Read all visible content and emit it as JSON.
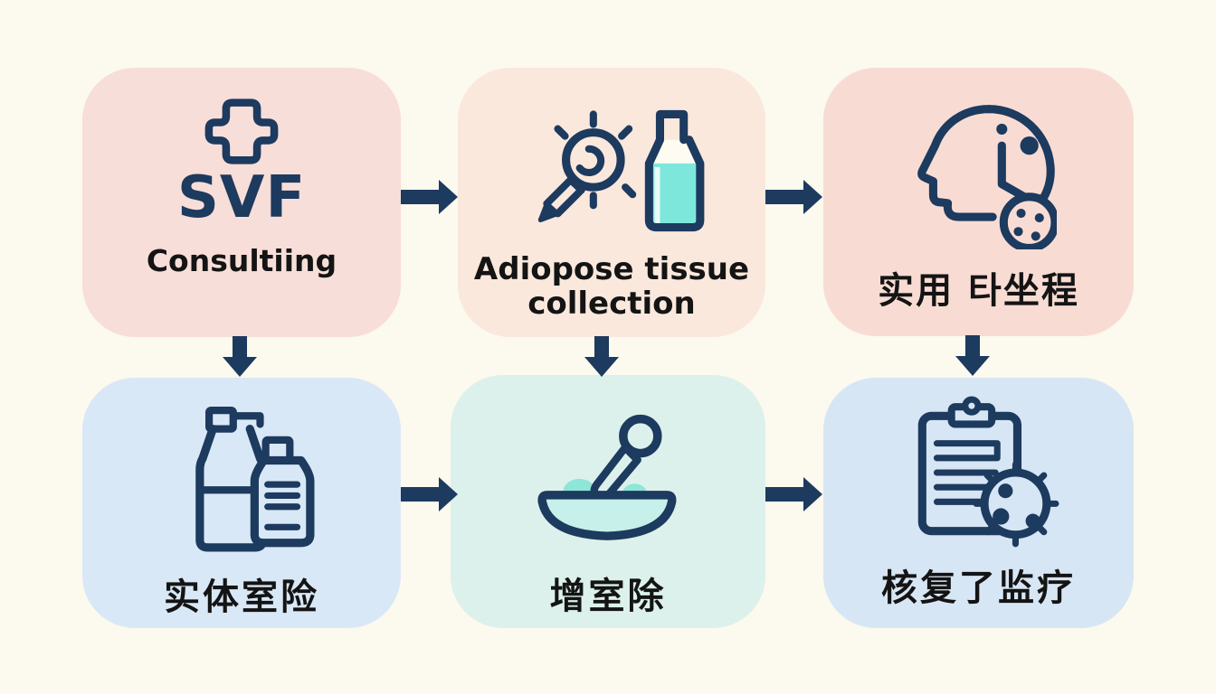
{
  "page": {
    "background": "#FCF9EE",
    "description_colors": {
      "outline_navy": "#1D3A5F",
      "text_black": "#141414",
      "liquid_teal": "#7DE7DC",
      "bowl_teal": "#C6F0E9",
      "blob_teal": "#8FE5D8"
    }
  },
  "boxes": [
    {
      "name": "svf-consulting",
      "icon": "medical-cross-icon",
      "title": "SVF",
      "label": "Consultiing",
      "bg": "#F8DED8"
    },
    {
      "name": "adipose-tissue-collection",
      "icon": "magnifier-and-vial-icon",
      "title": "",
      "label": "Adiopose tissue collection",
      "bg": "#FAE8DD"
    },
    {
      "name": "head-clock-step",
      "icon": "head-clock-cell-icon",
      "title": "",
      "label": "实用 타坐程",
      "bg": "#F8DCD4"
    },
    {
      "name": "bottles-step",
      "icon": "lab-bottles-icon",
      "title": "",
      "label": "实体室险",
      "bg": "#D9E8F6"
    },
    {
      "name": "mortar-step",
      "icon": "mortar-pestle-icon",
      "title": "",
      "label": "增室除",
      "bg": "#DCF1EB"
    },
    {
      "name": "clipboard-step",
      "icon": "clipboard-cell-icon",
      "title": "",
      "label": "核复了监疗",
      "bg": "#D7E6F4"
    }
  ],
  "arrows": [
    {
      "name": "arrow-top-1-to-2",
      "direction": "right"
    },
    {
      "name": "arrow-top-2-to-3",
      "direction": "right"
    },
    {
      "name": "arrow-down-1-to-4",
      "direction": "down"
    },
    {
      "name": "arrow-down-2-to-5",
      "direction": "down"
    },
    {
      "name": "arrow-down-3-to-6",
      "direction": "down"
    },
    {
      "name": "arrow-bottom-4-to-5",
      "direction": "right"
    },
    {
      "name": "arrow-bottom-5-to-6",
      "direction": "right"
    }
  ]
}
